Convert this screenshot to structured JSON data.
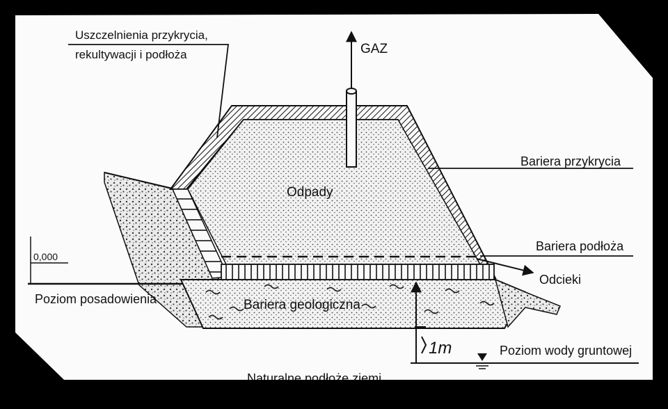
{
  "labels": {
    "sealing_line1": "Uszczelnienia przykrycia,",
    "sealing_line2": "rekultywacji i podłoża",
    "gas": "GAZ",
    "cover_barrier": "Bariera przykrycia",
    "waste": "Odpady",
    "base_barrier": "Bariera podłoża",
    "leachate": "Odcieki",
    "elevation_zero": "0,000",
    "foundation_level": "Poziom posadowienia",
    "geological_barrier": "Bariera geologiczna",
    "one_meter": "1m",
    "groundwater_level": "Poziom wody gruntowej",
    "natural_subsoil": "Naturalne podłoże ziemi"
  },
  "colors": {
    "frame": "#000000",
    "paper": "#fbfbfb",
    "ink": "#111111",
    "waste_fill": "#eeeeee",
    "soil_fill": "#e6e6e6"
  }
}
